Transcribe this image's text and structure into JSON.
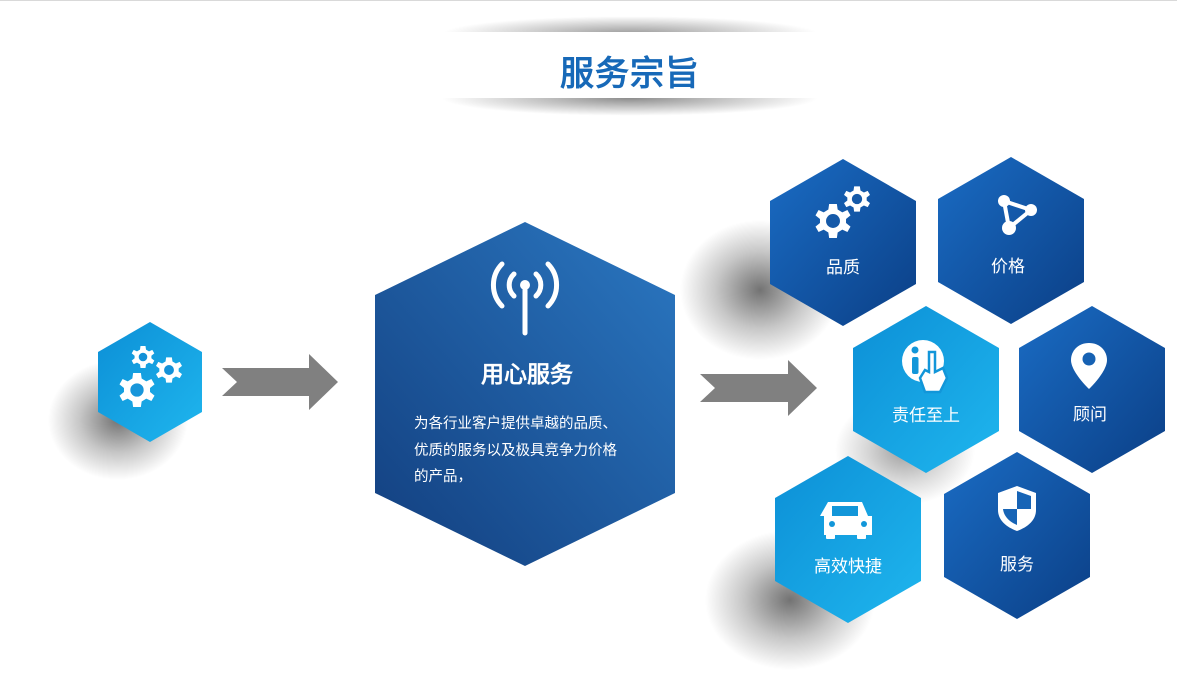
{
  "title": "服务宗旨",
  "colors": {
    "title": "#1769b8",
    "hex_dark": "#0f4f9a",
    "hex_light": "#1aa3e0",
    "arrow": "#808080"
  },
  "source_node": {
    "icon": "gears-icon"
  },
  "center_node": {
    "icon": "signal-antenna-icon",
    "heading": "用心服务",
    "body_lines": [
      "为各行业客户提供卓越的品质、",
      "优质的服务以及极具竞争力价格",
      "的产品，"
    ]
  },
  "features": [
    {
      "label": "品质",
      "icon": "gears-icon",
      "tone": "dark"
    },
    {
      "label": "价格",
      "icon": "share-nodes-icon",
      "tone": "dark"
    },
    {
      "label": "责任至上",
      "icon": "info-hand-icon",
      "tone": "light"
    },
    {
      "label": "顾问",
      "icon": "map-pin-icon",
      "tone": "dark"
    },
    {
      "label": "高效快捷",
      "icon": "car-icon",
      "tone": "light"
    },
    {
      "label": "服务",
      "icon": "shield-icon",
      "tone": "dark"
    }
  ]
}
